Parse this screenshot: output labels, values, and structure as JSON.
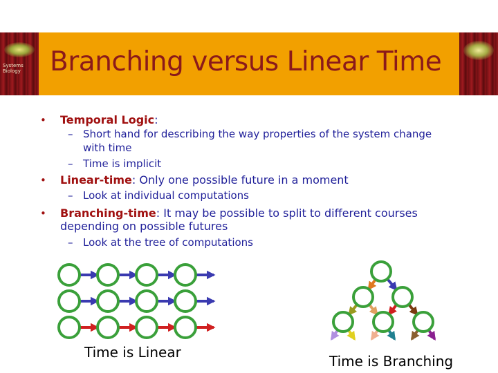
{
  "slide": {
    "title": "Branching versus Linear Time",
    "header_image_caption": "Systems Biology",
    "colors": {
      "banner": "#f2a000",
      "title": "#8b1a1a",
      "body_text": "#1f1f99",
      "keyword": "#a01010",
      "node_fill": "#ffffff",
      "node_stroke": "#3aa03a"
    }
  },
  "bullets": [
    {
      "keyword": "Temporal Logic",
      "text": ":",
      "subitems": [
        "Short hand for describing the way properties of the system change",
        "with time",
        "Time is implicit"
      ]
    },
    {
      "keyword": "Linear-time",
      "text": ": Only one possible future in a moment",
      "subitems": [
        "Look at individual computations"
      ]
    },
    {
      "keyword": "Branching-time",
      "text": ": It may be possible to split to different courses",
      "continuation": "depending on possible futures",
      "subitems": [
        "Look at the tree of computations"
      ]
    }
  ],
  "diagrams": {
    "linear": {
      "caption": "Time is Linear",
      "rows": 3,
      "nodes_per_row": 4,
      "arrow_colors": [
        "#3a3ab0",
        "#3a3ab0",
        "#d02020"
      ]
    },
    "branching": {
      "caption": "Time is Branching",
      "levels": 4,
      "edge_colors": [
        "#e07820",
        "#3a3ab0",
        "#9a9a20",
        "#e0a060",
        "#d02020",
        "#7a3a10",
        "#b090e0",
        "#e0d020",
        "#f0b090",
        "#208090",
        "#8a6030",
        "#8a2090"
      ]
    }
  }
}
